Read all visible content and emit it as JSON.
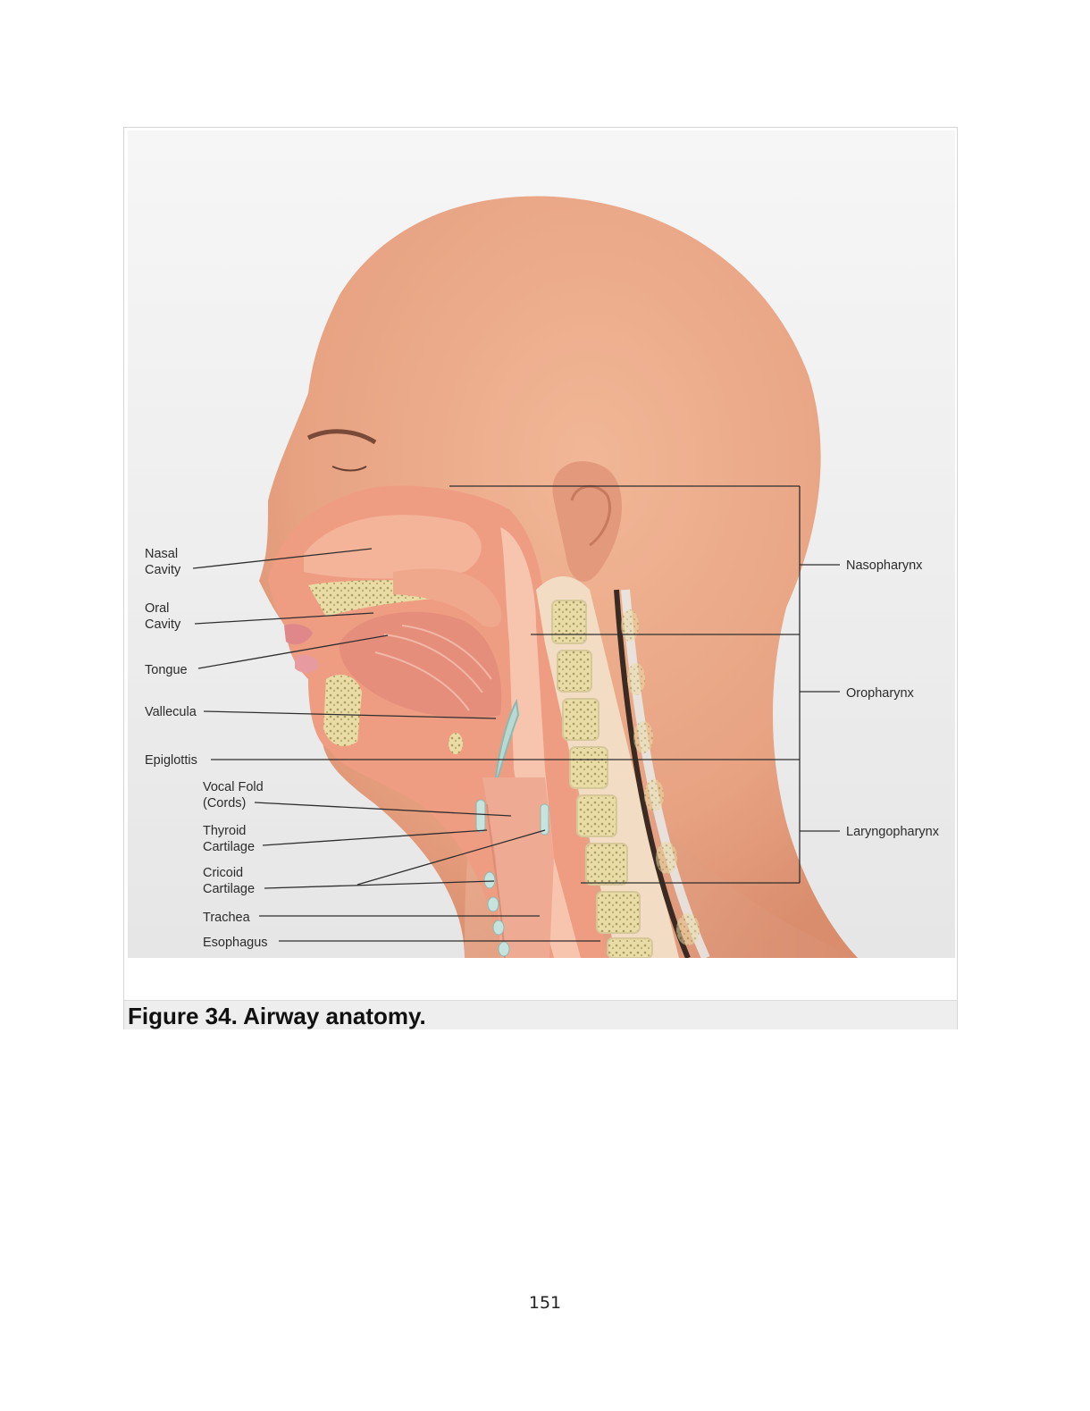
{
  "figure": {
    "caption": "Figure 34. Airway anatomy.",
    "labels": {
      "nasal_cavity": [
        "Nasal",
        "Cavity"
      ],
      "oral_cavity": [
        "Oral",
        "Cavity"
      ],
      "tongue": "Tongue",
      "vallecula": "Vallecula",
      "epiglottis": "Epiglottis",
      "vocal_fold": [
        "Vocal Fold",
        "(Cords)"
      ],
      "thyroid_cartilage": [
        "Thyroid",
        "Cartilage"
      ],
      "cricoid_cartilage": [
        "Cricoid",
        "Cartilage"
      ],
      "trachea": "Trachea",
      "esophagus": "Esophagus",
      "nasopharynx": "Nasopharynx",
      "oropharynx": "Oropharynx",
      "laryngopharynx": "Laryngopharynx"
    }
  },
  "page": {
    "number": "151"
  }
}
